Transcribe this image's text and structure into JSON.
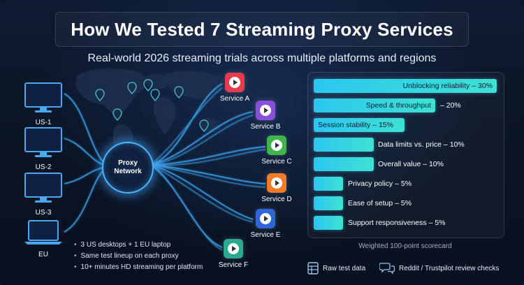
{
  "title": "How We Tested 7 Streaming Proxy Services",
  "subtitle": "Real-world 2026 streaming trials across multiple platforms and regions",
  "devices": [
    {
      "label": "US-1",
      "type": "desktop"
    },
    {
      "label": "US-2",
      "type": "desktop"
    },
    {
      "label": "US-3",
      "type": "desktop"
    },
    {
      "label": "EU",
      "type": "laptop"
    }
  ],
  "proxy": {
    "line1": "Proxy",
    "line2": "Network"
  },
  "services": [
    {
      "name": "Service A",
      "color": "#e63c4d"
    },
    {
      "name": "Service B",
      "color": "#8b4fd9"
    },
    {
      "name": "Service C",
      "color": "#3fb54a"
    },
    {
      "name": "Service D",
      "color": "#f07d25"
    },
    {
      "name": "Service E",
      "color": "#2f66d8"
    },
    {
      "name": "Service F",
      "color": "#2aa98f"
    }
  ],
  "notes": [
    "3 US desktops + 1 EU laptop",
    "Same test lineup on each proxy",
    "10+ minutes HD streaming per platform"
  ],
  "scorecard": {
    "caption": "Weighted 100-point scorecard",
    "criteria": [
      {
        "label": "Unblocking reliability – 30%",
        "weight": 30
      },
      {
        "label": "Speed & throughput",
        "suffix": "– 20%",
        "weight": 20
      },
      {
        "label": "Session stability – 15%",
        "weight": 15
      },
      {
        "label": "Data limits vs. price – 10%",
        "weight": 10
      },
      {
        "label": "Overall value – 10%",
        "weight": 10
      },
      {
        "label": "Privacy policy – 5%",
        "weight": 5
      },
      {
        "label": "Ease of setup – 5%",
        "weight": 5
      },
      {
        "label": "Support responsiveness – 5%",
        "weight": 5
      }
    ]
  },
  "legend": {
    "raw": "Raw test data",
    "reviews": "Reddit / Trustpilot review checks"
  }
}
